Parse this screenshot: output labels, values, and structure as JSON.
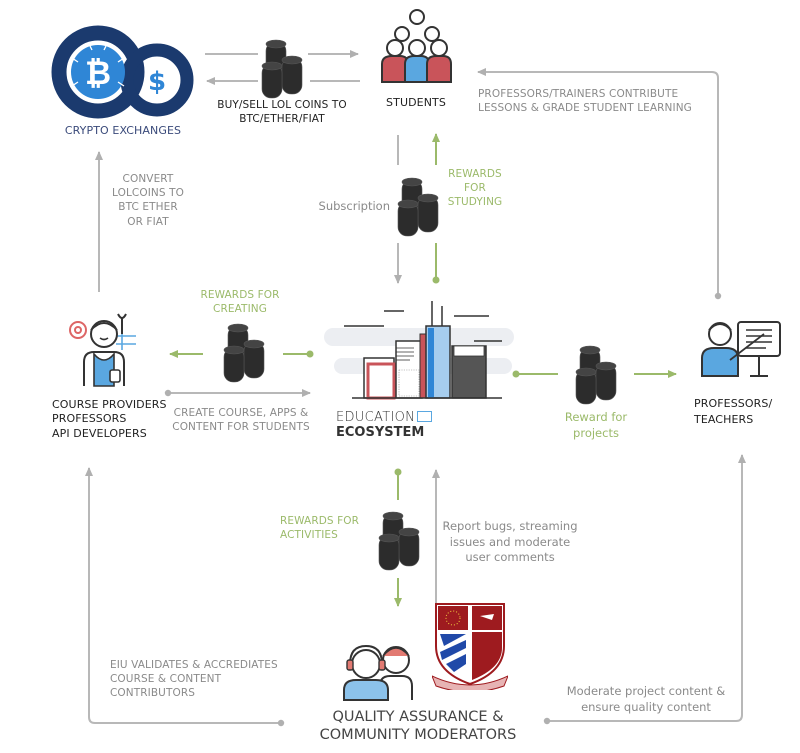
{
  "nodes": {
    "crypto_exchanges": {
      "label": "CRYPTO EXCHANGES",
      "icon": "crypto-exchange-logo-icon"
    },
    "students": {
      "label": "STUDENTS",
      "icon": "students-group-icon"
    },
    "course_providers": {
      "lines": [
        "COURSE PROVIDERS",
        "PROFESSORS",
        "API DEVELOPERS"
      ],
      "icon": "developer-worker-icon"
    },
    "education_ecosystem": {
      "label_light": "EDUCATION",
      "label_bold": "ECOSYSTEM",
      "icon": "city-skyline-icon"
    },
    "professors_teachers": {
      "lines": [
        "PROFESSORS/",
        "TEACHERS"
      ],
      "icon": "teacher-presentation-icon"
    },
    "quality_assurance": {
      "lines": [
        "QUALITY ASSURANCE &",
        "COMMUNITY MODERATORS"
      ],
      "icon": "support-agents-icon",
      "crest_icon": "university-crest-icon"
    }
  },
  "edges": {
    "buy_sell": [
      "BUY/SELL LOL COINS TO",
      "BTC/ETHER/FIAT"
    ],
    "professors_contribute": [
      "PROFESSORS/TRAINERS CONTRIBUTE",
      "LESSONS & GRADE STUDENT LEARNING"
    ],
    "convert": [
      "CONVERT",
      "LOLCOINS TO",
      "BTC ETHER",
      "OR FIAT"
    ],
    "subscription": "Subscription",
    "rewards_studying": [
      "REWARDS",
      "FOR",
      "STUDYING"
    ],
    "rewards_creating": [
      "REWARDS FOR",
      "CREATING"
    ],
    "create_course": [
      "CREATE COURSE, APPS &",
      "CONTENT FOR STUDENTS"
    ],
    "reward_projects": [
      "Reward for",
      "projects"
    ],
    "rewards_activities": [
      "REWARDS FOR",
      "ACTIVITIES"
    ],
    "report_bugs": [
      "Report bugs, streaming",
      "issues and moderate",
      "user comments"
    ],
    "eiu_validates": [
      "EIU VALIDATES & ACCREDIATES",
      "COURSE & CONTENT",
      "CONTRIBUTORS"
    ],
    "moderate_project": [
      "Moderate project content &",
      "ensure quality content"
    ]
  },
  "colors": {
    "navy": "#1a3a6b",
    "blue": "#2f86d6",
    "green": "#9bba6a",
    "gray_line": "#b5b5b5",
    "red": "#c9545a",
    "light_blue": "#5aa7e0",
    "crest_red": "#9e1b1f"
  }
}
